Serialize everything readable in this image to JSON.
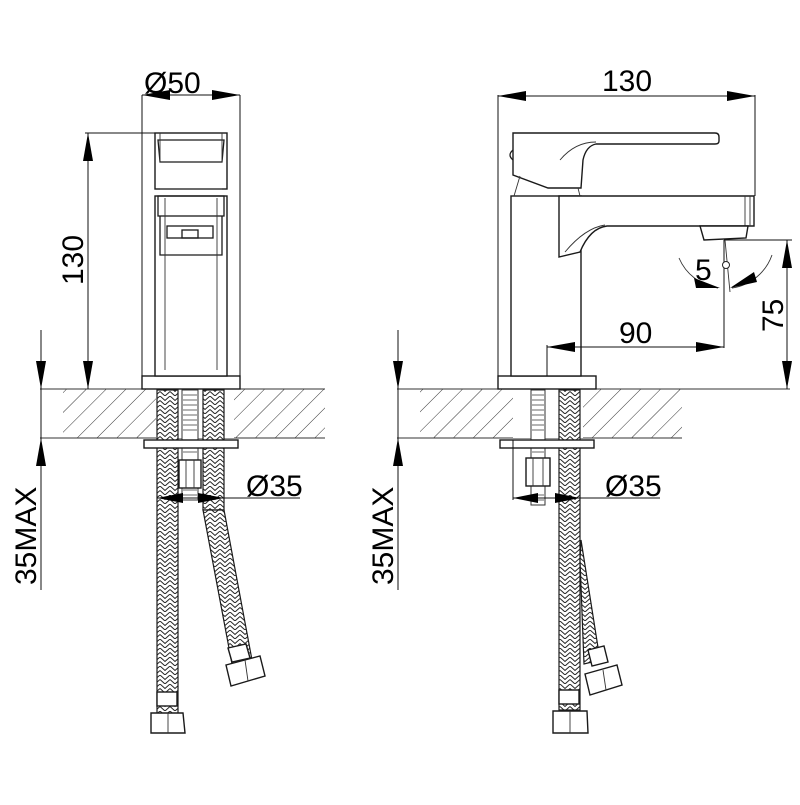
{
  "drawing": {
    "type": "technical-dimension-drawing",
    "subject": "single-lever basin mixer tap",
    "views": [
      {
        "id": "front-view",
        "dimensions": {
          "width_label": "Ø50",
          "height_label": "130",
          "hose_diameter_label": "Ø35",
          "countertop_thickness_label": "35MAX"
        }
      },
      {
        "id": "side-view",
        "dimensions": {
          "overall_length_label": "130",
          "spout_reach_label": "90",
          "spout_height_label": "75",
          "spout_angle_label": "5",
          "hose_diameter_label": "Ø35",
          "countertop_thickness_label": "35MAX"
        }
      }
    ]
  },
  "labels": {
    "front_dia50": "Ø50",
    "front_h130": "130",
    "front_dia35": "Ø35",
    "front_35max": "35MAX",
    "side_l130": "130",
    "side_90": "90",
    "side_75": "75",
    "side_angle5": "5",
    "side_dia35": "Ø35",
    "side_35max": "35MAX"
  },
  "colors": {
    "line": "#1a1a1a",
    "background": "#ffffff"
  }
}
